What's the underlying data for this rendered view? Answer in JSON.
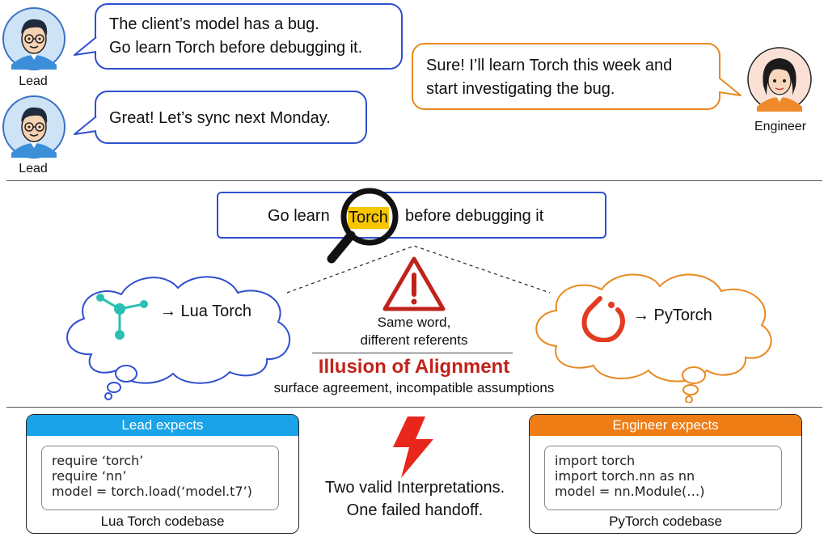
{
  "dialogue": {
    "lead_label_1": "Lead",
    "lead_label_2": "Lead",
    "engineer_label": "Engineer",
    "lead_message_1": "The client’s model has a bug.\nGo learn Torch before debugging it.",
    "lead_message_2": "Great! Let’s sync next Monday.",
    "engineer_message": "Sure! I’ll learn Torch this week and\nstart investigating the bug."
  },
  "phrase": {
    "before": "Go learn",
    "keyword": "Torch",
    "after": "before debugging it"
  },
  "interpretations": {
    "left": "→ Lua Torch",
    "right": "→ PyTorch"
  },
  "warning": {
    "line1": "Same word,",
    "line2": "different referents"
  },
  "illusion": {
    "title": "Illusion of Alignment",
    "subtitle": "surface agreement, incompatible assumptions"
  },
  "lead_card": {
    "header": "Lead expects",
    "code": "require ‘torch’\nrequire ‘nn’\nmodel = torch.load(‘model.t7’)",
    "footer": "Lua Torch codebase"
  },
  "engineer_card": {
    "header": "Engineer expects",
    "code": "import torch\nimport torch.nn as nn\nmodel = nn.Module(…)",
    "footer": "PyTorch codebase"
  },
  "conclusion": {
    "line1": "Two valid Interpretations.",
    "line2": "One failed handoff."
  },
  "colors": {
    "lead_blue": "#2f4fcf",
    "engineer_orange": "#e8891f",
    "alert_red": "#c0231c",
    "highlight_yellow": "#f7c600",
    "lead_header": "#1aa3e8",
    "engineer_header": "#ee7d16"
  },
  "icons": {
    "lead_avatar": "man-with-glasses-avatar",
    "engineer_avatar": "woman-avatar",
    "magnifier": "magnifying-glass-icon",
    "warning": "warning-triangle-icon",
    "lua_torch": "torch-network-icon",
    "pytorch": "pytorch-logo-icon",
    "failure": "lightning-bolt-icon"
  }
}
